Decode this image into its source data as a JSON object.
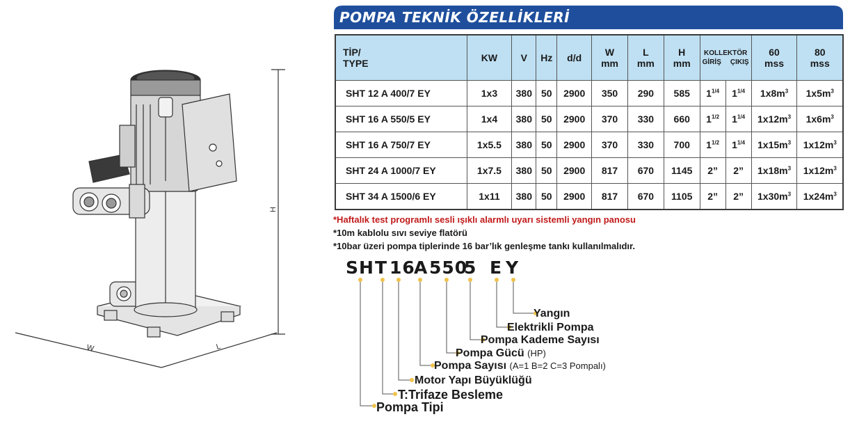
{
  "banner": {
    "title": "POMPA TEKNİK ÖZELLİKLERİ",
    "color": "#1f4f9c"
  },
  "drawing": {
    "dim_h": "H",
    "dim_w": "W",
    "dim_l": "L"
  },
  "table": {
    "header": {
      "tip": "TİP/",
      "type": "TYPE",
      "kw": "KW",
      "v": "V",
      "hz": "Hz",
      "dd": "d/d",
      "w": "W",
      "w_unit": "mm",
      "l": "L",
      "l_unit": "mm",
      "h": "H",
      "h_unit": "mm",
      "kollektor": "KOLLEKTÖR",
      "giris": "GİRİŞ",
      "cikis": "ÇIKIŞ",
      "c60": "60",
      "c60_unit": "mss",
      "c80": "80",
      "c80_unit": "mss"
    },
    "rows": [
      {
        "tip": "SHT 12 A 400/7 EY",
        "kw": "1x3",
        "v": "380",
        "hz": "50",
        "dd": "2900",
        "w": "350",
        "l": "290",
        "h": "585",
        "giris": "1",
        "giris_frac": "1/4",
        "cikis": "1",
        "cikis_frac": "1/4",
        "m60": "1x8m",
        "m80": "1x5m"
      },
      {
        "tip": "SHT 16 A 550/5 EY",
        "kw": "1x4",
        "v": "380",
        "hz": "50",
        "dd": "2900",
        "w": "370",
        "l": "330",
        "h": "660",
        "giris": "1",
        "giris_frac": "1/2",
        "cikis": "1",
        "cikis_frac": "1/4",
        "m60": "1x12m",
        "m80": "1x6m"
      },
      {
        "tip": "SHT 16 A 750/7 EY",
        "kw": "1x5.5",
        "v": "380",
        "hz": "50",
        "dd": "2900",
        "w": "370",
        "l": "330",
        "h": "700",
        "giris": "1",
        "giris_frac": "1/2",
        "cikis": "1",
        "cikis_frac": "1/4",
        "m60": "1x15m",
        "m80": "1x12m"
      },
      {
        "tip": "SHT 24 A 1000/7 EY",
        "kw": "1x7.5",
        "v": "380",
        "hz": "50",
        "dd": "2900",
        "w": "817",
        "l": "670",
        "h": "1145",
        "giris": "2”",
        "giris_frac": "",
        "cikis": "2”",
        "cikis_frac": "",
        "m60": "1x18m",
        "m80": "1x12m"
      },
      {
        "tip": "SHT 34 A 1500/6 EY",
        "kw": "1x11",
        "v": "380",
        "hz": "50",
        "dd": "2900",
        "w": "817",
        "l": "670",
        "h": "1105",
        "giris": "2”",
        "giris_frac": "",
        "cikis": "2”",
        "cikis_frac": "",
        "m60": "1x30m",
        "m80": "1x24m"
      }
    ],
    "cube_sup": "3"
  },
  "notes": {
    "line1": "*Haftalık test programlı sesli ışıklı alarmlı uyarı sistemli yangın panosu",
    "line2": "*10m kablolu sıvı seviye flatörü",
    "line3": "*10bar üzeri pompa tiplerinde 16 bar’lık genleşme tankı kullanılmalıdır.",
    "red_color": "#c21a1a"
  },
  "code": {
    "sh": "SH",
    "t": "T",
    "n16": "16",
    "a": "A",
    "n550": "550",
    "n5": "5",
    "e": "E",
    "y": "Y"
  },
  "legend": {
    "yangin": "Yangın",
    "elektrikli": "Elektrikli Pompa",
    "kademe": "Pompa Kademe Sayısı",
    "gucu": "Pompa Gücü",
    "gucu_unit": "(HP)",
    "sayisi": "Pompa Sayısı",
    "sayisi_note": "(A=1 B=2 C=3 Pompalı)",
    "motor": "Motor Yapı Büyüklüğü",
    "trifaze": "T:Trifaze Besleme",
    "tipi": "Pompa Tipi",
    "dot_color": "#f0c24b"
  }
}
